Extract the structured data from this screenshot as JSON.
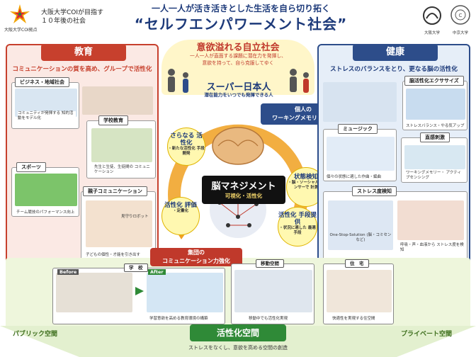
{
  "header": {
    "logo_text": "大阪大学COI拠点",
    "sub_line1": "大阪大学COIが目指す",
    "sub_line2": "１０年後の社会",
    "catchphrase": "一人一人が活き活きとした生活を自ら切り拓く",
    "headline": "“セルフエンパワーメント社会”",
    "osaka_univ_label": "大阪大学",
    "partner_univ_label": "中京大学"
  },
  "vision": {
    "title": "意欲溢れる自立社会",
    "desc_line1": "一人一人が直面する課題に潜在力を発揮し、",
    "desc_line2": "意欲を持って、自ら克服してゆく",
    "super_title": "スーパー日本人",
    "super_desc": "潜在能力をいつでも発揮できる人"
  },
  "education": {
    "tab": "教育",
    "desc": "コミュニケーションの質を高め、グループで活性化",
    "cards": [
      {
        "title": "ビジネス・地域社会",
        "caption": "コミュニティが発揮する 知的活動をモデル化"
      },
      {
        "title": "学校教育",
        "caption": "先生と生徒、生徒間の コミュニケーション"
      },
      {
        "title": "スポーツ",
        "caption": "チーム競技のパフォーマンス向上"
      },
      {
        "title": "親子コミュニケーション",
        "caption": "子どもの個性・才能を引き出す",
        "extra": "見守りロボット"
      }
    ]
  },
  "health": {
    "tab": "健康",
    "desc": "ストレスのバランスをとり、更なる脳の活性化",
    "cards": [
      {
        "title": "脳活性化エクササイズ",
        "caption": "ストレスバランス・やる気アップ"
      },
      {
        "title": "ミュージック",
        "caption": "個々の状態に適した作曲・編曲"
      },
      {
        "title": "直感刺激",
        "caption": "ワーキングメモリー・ アクティブセンシング"
      },
      {
        "title": "ストレス度検知",
        "caption": "呼吸・声・血液から ストレス度を検知",
        "extra": "One-Stop-Solution (脳・コミセンなど)"
      }
    ]
  },
  "center": {
    "wm_line1": "個人の",
    "wm_line2": "ワーキングメモリー強化",
    "brain_title": "脳マネジメント",
    "brain_sub": "可視化・活性化",
    "bubbles": [
      {
        "title": "さらなる 活性化",
        "sub": "・新たな活性化 手段開発"
      },
      {
        "title": "状態検知",
        "sub": "・脳・ソーシャル センサーで 計測"
      },
      {
        "title": "活性化 評価",
        "sub": "・定量化"
      },
      {
        "title": "活性化 手段提供",
        "sub": "・状況に適した 最適手段"
      }
    ],
    "group_line1": "集団の",
    "group_line2": "コミュニケーション力強化"
  },
  "spaces": {
    "school": {
      "tag": "学　校",
      "before": "Before",
      "after": "After",
      "caption": "学習意欲を高める教育環境の構築"
    },
    "mobility": {
      "tag": "移動空間",
      "caption": "移動中でも活性化実現"
    },
    "home": {
      "tag": "住　宅",
      "caption": "快適性を実現する住空間"
    }
  },
  "bottom": {
    "public": "パブリック空間",
    "private": "プライベート空間",
    "title": "活性化空間",
    "desc": "ストレスをなくし、意欲を高める空間の創造"
  },
  "colors": {
    "education": "#c7402d",
    "health": "#2d4d8a",
    "activation": "#2f8a37",
    "vision": "#fff6c9"
  }
}
